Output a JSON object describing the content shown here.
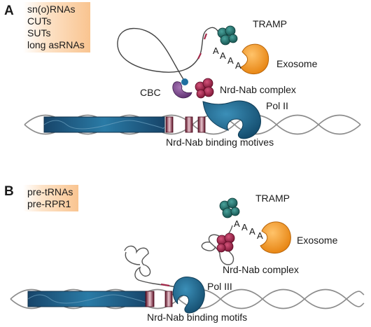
{
  "panel_a": {
    "letter": "A",
    "ncrna_types": [
      "sn(o)RNAs",
      "CUTs",
      "SUTs",
      "long asRNAs"
    ],
    "tramp_label": "TRAMP",
    "polya_letters": [
      "A",
      "A",
      "A",
      "A"
    ],
    "exosome_label": "Exosome",
    "cbc_label": "CBC",
    "nrd_nab_label": "Nrd-Nab complex",
    "pol_label": "Pol II",
    "motifs_label": "Nrd-Nab binding motives"
  },
  "panel_b": {
    "letter": "B",
    "ncrna_types": [
      "pre-tRNAs",
      "pre-RPR1"
    ],
    "tramp_label": "TRAMP",
    "polya_letters": [
      "A",
      "A",
      "A",
      "A"
    ],
    "exosome_label": "Exosome",
    "nrd_nab_label": "Nrd-Nab complex",
    "pol_label": "Pol III",
    "motifs_label": "Nrd-Nab binding motifs"
  },
  "colors": {
    "tramp": "#1f6f6b",
    "exosome": "#f39a1e",
    "nrd_nab": "#a3294a",
    "pol": "#1d5f82",
    "cbc": "#7a4a8a",
    "gene": "#1c4f73",
    "motif": "#8a1c3a",
    "orange_box": "#f9c490"
  }
}
